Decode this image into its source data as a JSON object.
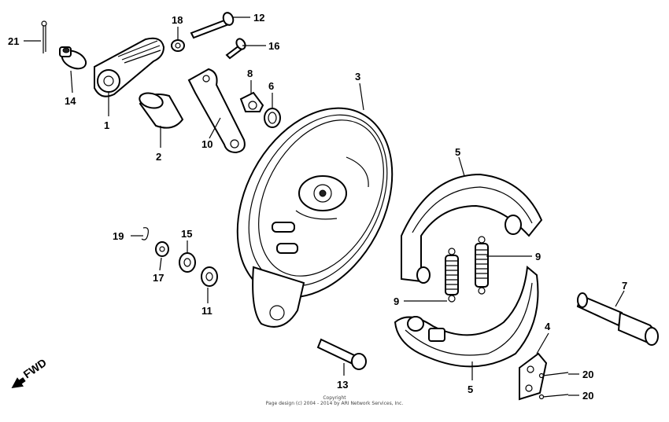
{
  "callouts": [
    {
      "id": "c1",
      "label": "1"
    },
    {
      "id": "c2",
      "label": "2"
    },
    {
      "id": "c3",
      "label": "3"
    },
    {
      "id": "c4",
      "label": "4"
    },
    {
      "id": "c5a",
      "label": "5"
    },
    {
      "id": "c5b",
      "label": "5"
    },
    {
      "id": "c6",
      "label": "6"
    },
    {
      "id": "c7",
      "label": "7"
    },
    {
      "id": "c8",
      "label": "8"
    },
    {
      "id": "c9a",
      "label": "9"
    },
    {
      "id": "c9b",
      "label": "9"
    },
    {
      "id": "c10",
      "label": "10"
    },
    {
      "id": "c11",
      "label": "11"
    },
    {
      "id": "c12",
      "label": "12"
    },
    {
      "id": "c13",
      "label": "13"
    },
    {
      "id": "c14",
      "label": "14"
    },
    {
      "id": "c15",
      "label": "15"
    },
    {
      "id": "c16",
      "label": "16"
    },
    {
      "id": "c17",
      "label": "17"
    },
    {
      "id": "c18",
      "label": "18"
    },
    {
      "id": "c19",
      "label": "19"
    },
    {
      "id": "c20a",
      "label": "20"
    },
    {
      "id": "c20b",
      "label": "20"
    },
    {
      "id": "c21",
      "label": "21"
    }
  ],
  "direction_indicator": {
    "label": "FWD",
    "icon": "arrow-icon"
  },
  "copyright": {
    "line1": "Copyright",
    "line2": "Page design (c) 2004 - 2014 by ARI Network Services, Inc."
  }
}
